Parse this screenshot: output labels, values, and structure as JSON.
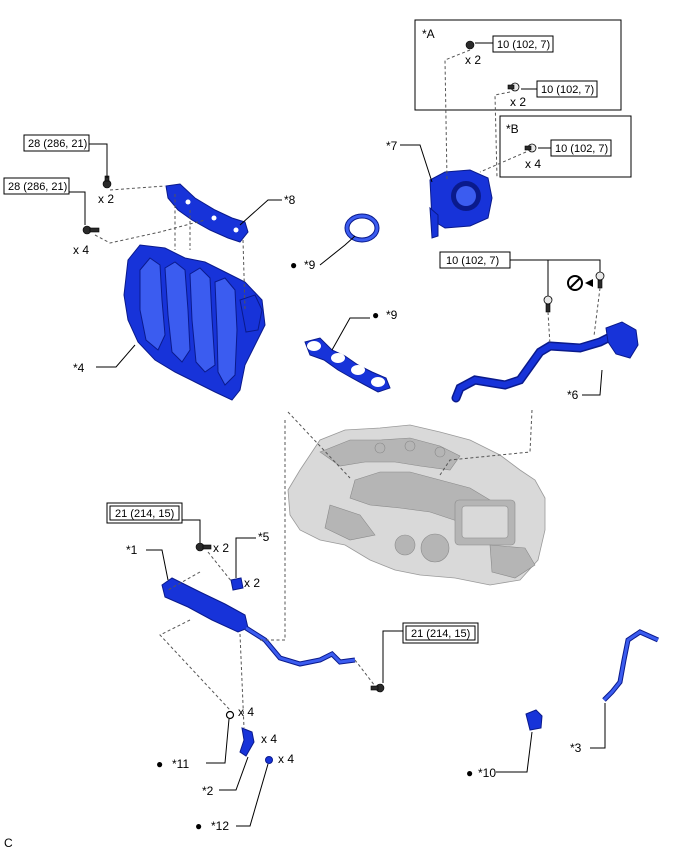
{
  "torque": {
    "t28": "28 (286, 21)",
    "t10": "10 (102, 7)",
    "t21": "21 (214, 15)"
  },
  "counts": {
    "x2": "x 2",
    "x4": "x 4"
  },
  "groups": {
    "A": "*A",
    "B": "*B"
  },
  "parts": {
    "p1": "*1",
    "p2": "*2",
    "p3": "*3",
    "p4": "*4",
    "p5": "*5",
    "p6": "*6",
    "p7": "*7",
    "p8": "*8",
    "p9": "*9",
    "p10": "*10",
    "p11": "*11",
    "p12": "*12"
  },
  "bullet": "●",
  "corner_code": "C",
  "colors": {
    "part": "#1733d9",
    "engine": "#d9d9d9"
  }
}
